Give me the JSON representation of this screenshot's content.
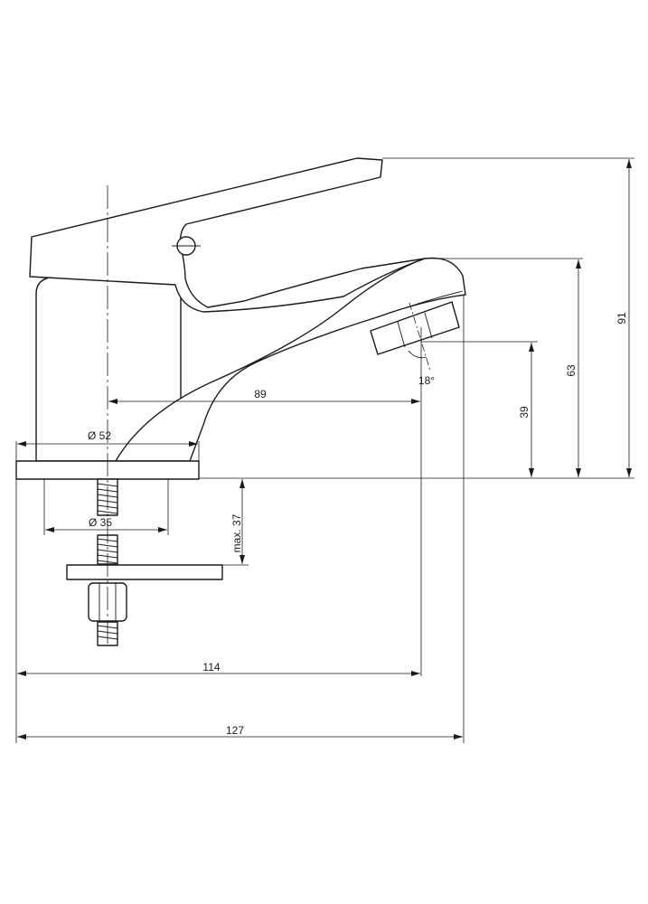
{
  "dimensions": {
    "total_height": "91",
    "spout_height": "63",
    "outlet_height": "39",
    "spout_reach_from_axis": "89",
    "base_diameter": "Ø 52",
    "hole_diameter": "Ø 35",
    "max_deck_thickness": "max. 37",
    "outlet_distance": "114",
    "total_length": "127",
    "outlet_angle": "18°"
  }
}
